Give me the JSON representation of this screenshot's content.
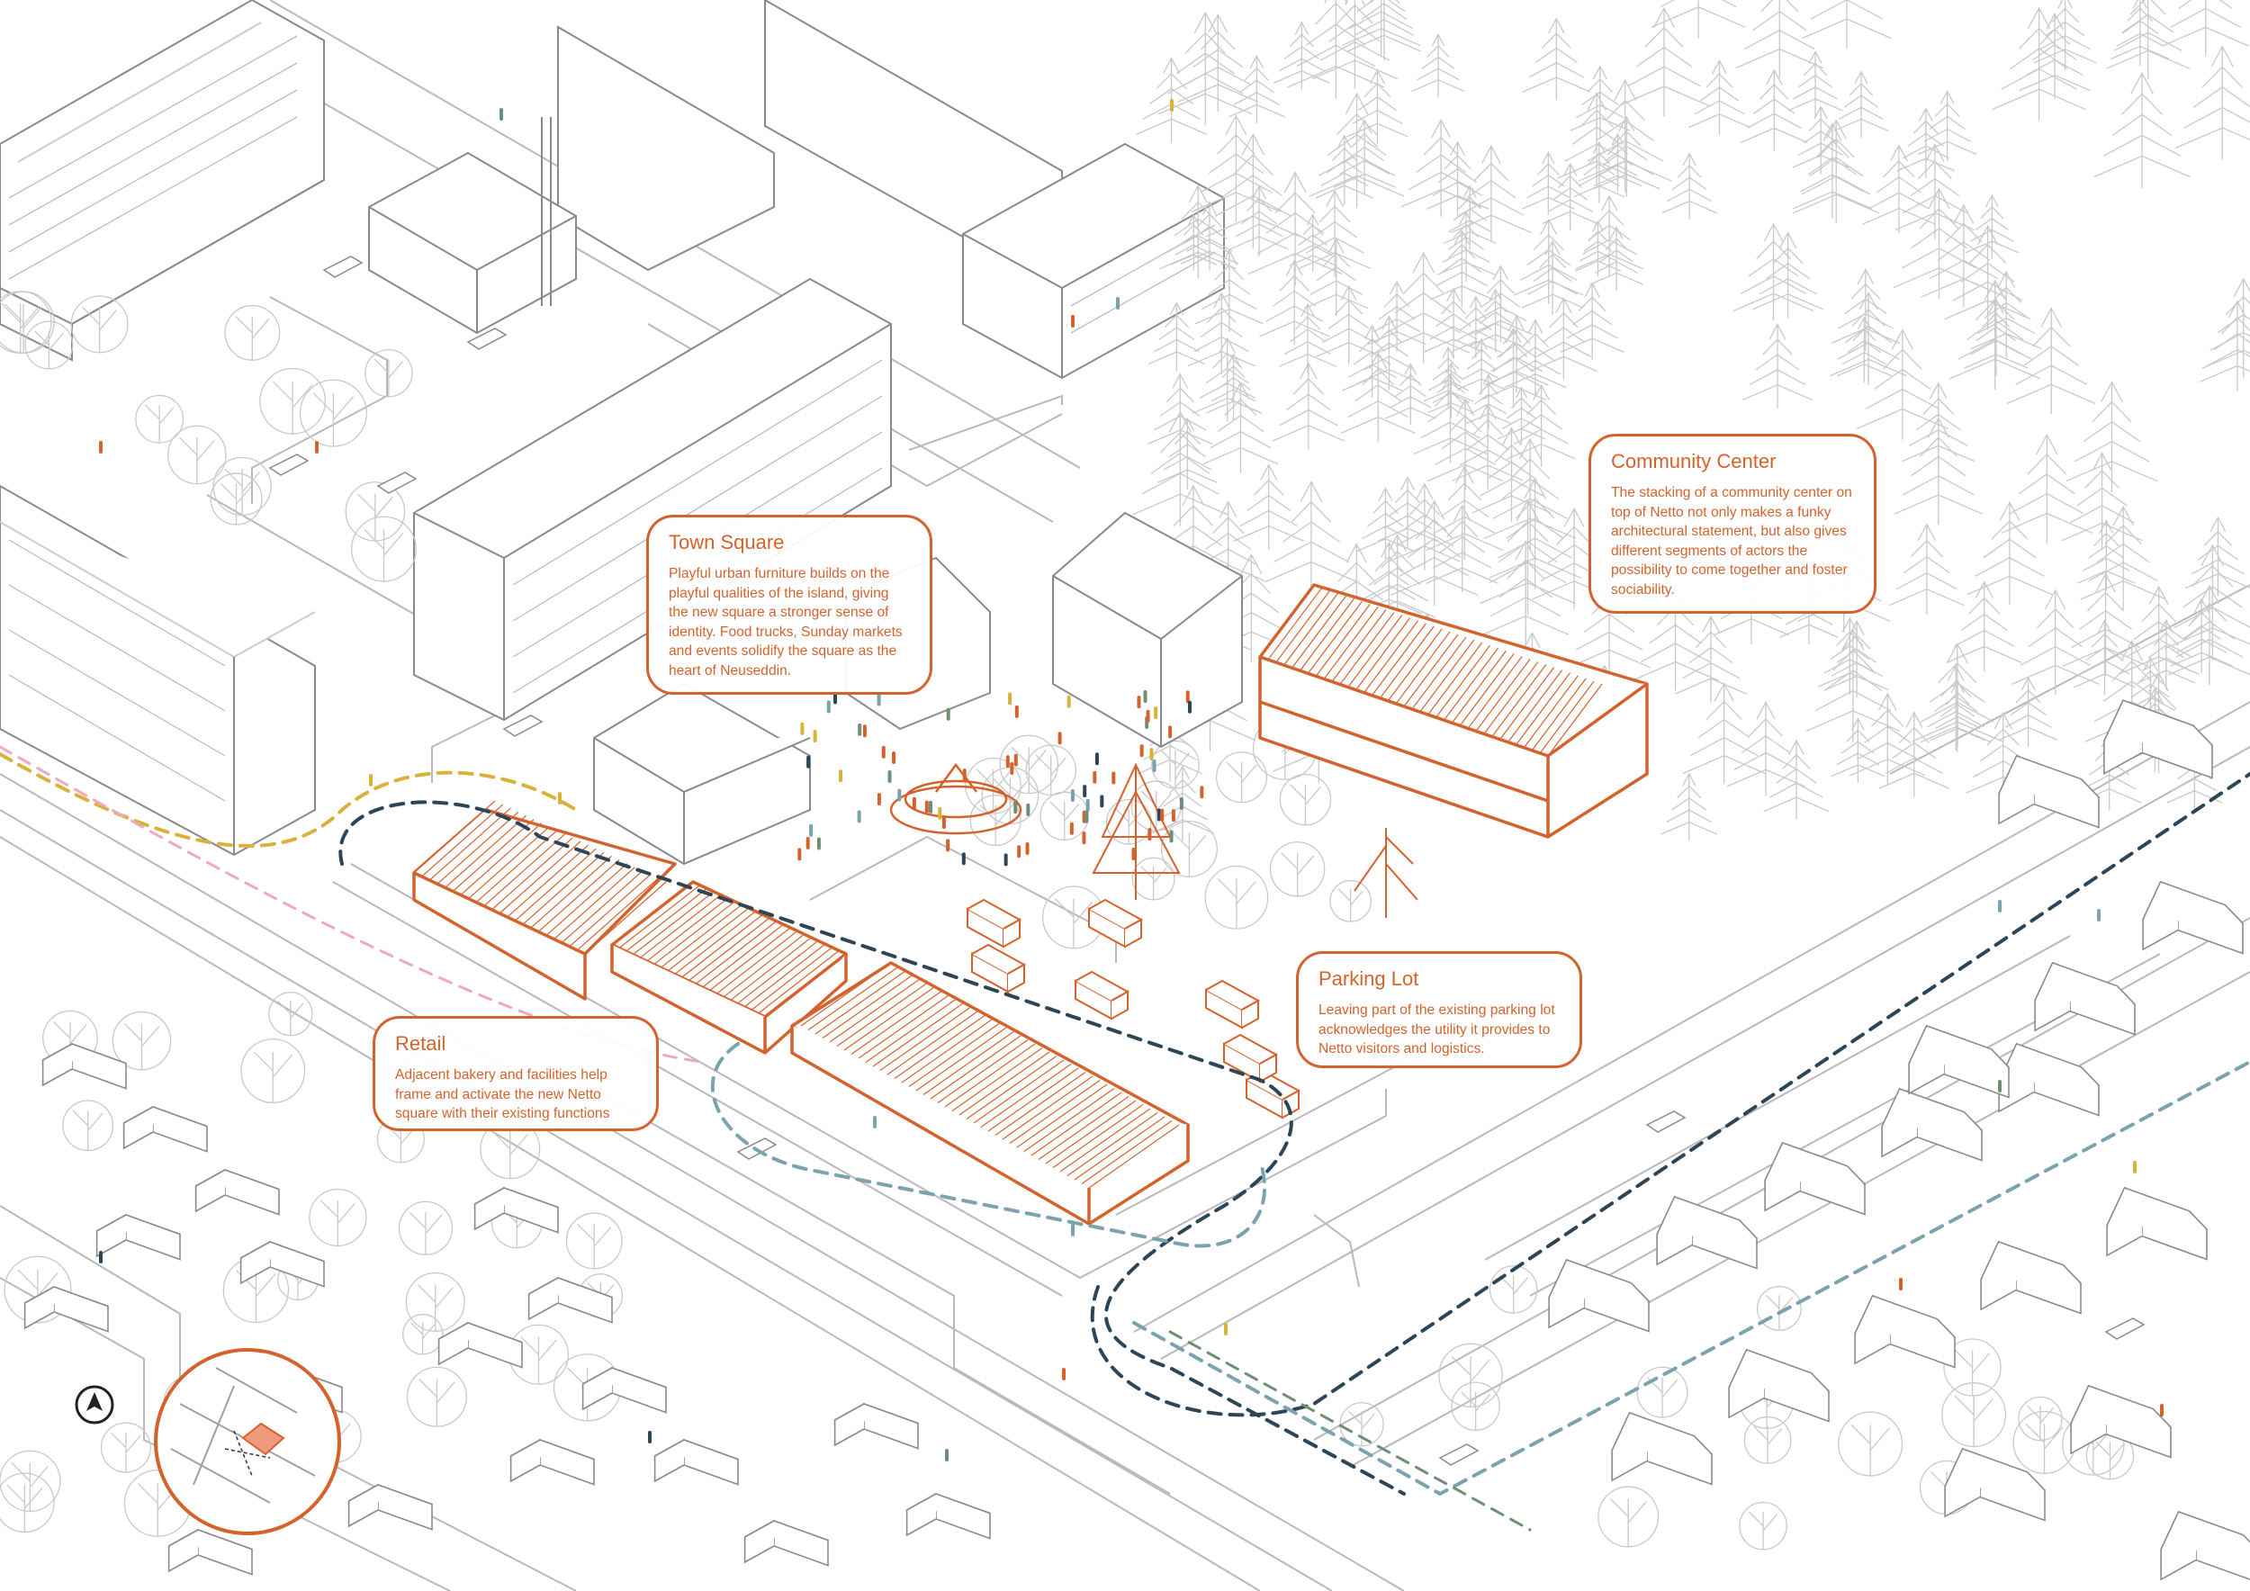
{
  "colors": {
    "accent": "#d4622d",
    "line": "#b9b9b9",
    "line_dark": "#8a8a8a",
    "tree": "#c9c9c9",
    "path_yellow": "#d9b23c",
    "path_pink": "#eea8c0",
    "path_navy": "#2d4657",
    "path_teal": "#7ba3ae",
    "path_green": "#6d8f74"
  },
  "callouts": {
    "town_square": {
      "title": "Town Square",
      "body": "Playful urban furniture builds on the playful qualities of the island, giving the new square a stronger sense of identity. Food trucks, Sunday markets and events solidify the square as the heart of Neuseddin."
    },
    "community_center": {
      "title": "Community Center",
      "body": "The stacking of a community center on top of Netto not only makes a funky architectural statement, but also gives different segments of actors the possibility to come together and foster sociability."
    },
    "parking_lot": {
      "title": "Parking Lot",
      "body": "Leaving part of the existing parking lot acknowledges the utility it provides to Netto visitors and logistics."
    },
    "retail": {
      "title": "Retail",
      "body": "Adjacent bakery and facilities help frame and activate the new Netto square with their existing functions"
    }
  },
  "icons": {
    "north": "north-arrow-icon",
    "locator": "locator-map-icon"
  }
}
